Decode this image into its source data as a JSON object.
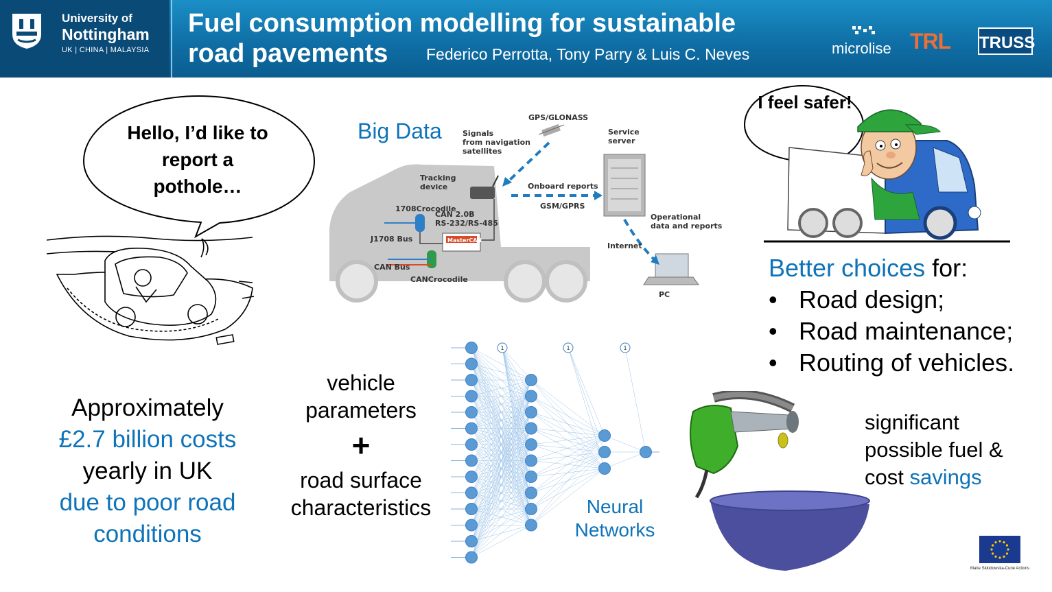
{
  "header": {
    "university": {
      "line1": "University of",
      "line2": "Nottingham",
      "campuses": "UK | CHINA | MALAYSIA"
    },
    "title_line1": "Fuel consumption modelling for sustainable",
    "title_line2": "road pavements",
    "authors": "Federico Perrotta, Tony Parry & Luis C. Neves",
    "logos": {
      "microlise": "microlise",
      "trl": "TRL",
      "truss": "TRUSS"
    }
  },
  "left": {
    "speech_bubble": "Hello, I’d like to report a pothole…",
    "cost_lines": [
      {
        "text": "Approximately",
        "color": "#000000"
      },
      {
        "text": "£2.7 billion costs",
        "color": "#0e73b8"
      },
      {
        "text": "yearly in UK",
        "color": "#000000"
      },
      {
        "text": "due to poor road",
        "color": "#0e73b8"
      },
      {
        "text": "conditions",
        "color": "#0e73b8"
      }
    ]
  },
  "big_data": {
    "label": "Big Data",
    "diagram_labels": {
      "gps": "GPS/GLONASS",
      "signals": "Signals\nfrom navigation\nsatellites",
      "service": "Service\nserver",
      "tracking": "Tracking\ndevice",
      "onboard": "Onboard reports",
      "gsm": "GSM/GPRS",
      "crocodile1708": "1708Crocodile",
      "can": "CAN 2.0B\nRS-232/RS-485",
      "j1708": "J1708 Bus",
      "mastercan": "MasterCAN",
      "canbus": "CAN Bus",
      "cancrocodile": "CANCrocodile",
      "operational": "Operational\ndata and reports",
      "internet": "Internet",
      "pc": "PC"
    }
  },
  "middle": {
    "inputs_top": "vehicle parameters",
    "plus": "+",
    "inputs_bottom": "road surface characteristics",
    "nn_label": "Neural Networks",
    "bias_label": "1"
  },
  "right": {
    "speech_bubble": "I feel safer!",
    "choices_heading_blue": "Better choices",
    "choices_heading_rest": " for:",
    "choices": [
      "Road design;",
      "Road maintenance;",
      "Routing of vehicles."
    ],
    "savings_line1": "significant",
    "savings_line2": "possible fuel &",
    "savings_line3_prefix": "cost ",
    "savings_line3_blue": "savings",
    "eu_caption": "Marie Skłodowska-Curie Actions"
  },
  "colors": {
    "accent_blue": "#0e73b8",
    "header_blue": "#1279b3",
    "trl_orange": "#e9703a",
    "node_blue": "#5b9bd5"
  }
}
